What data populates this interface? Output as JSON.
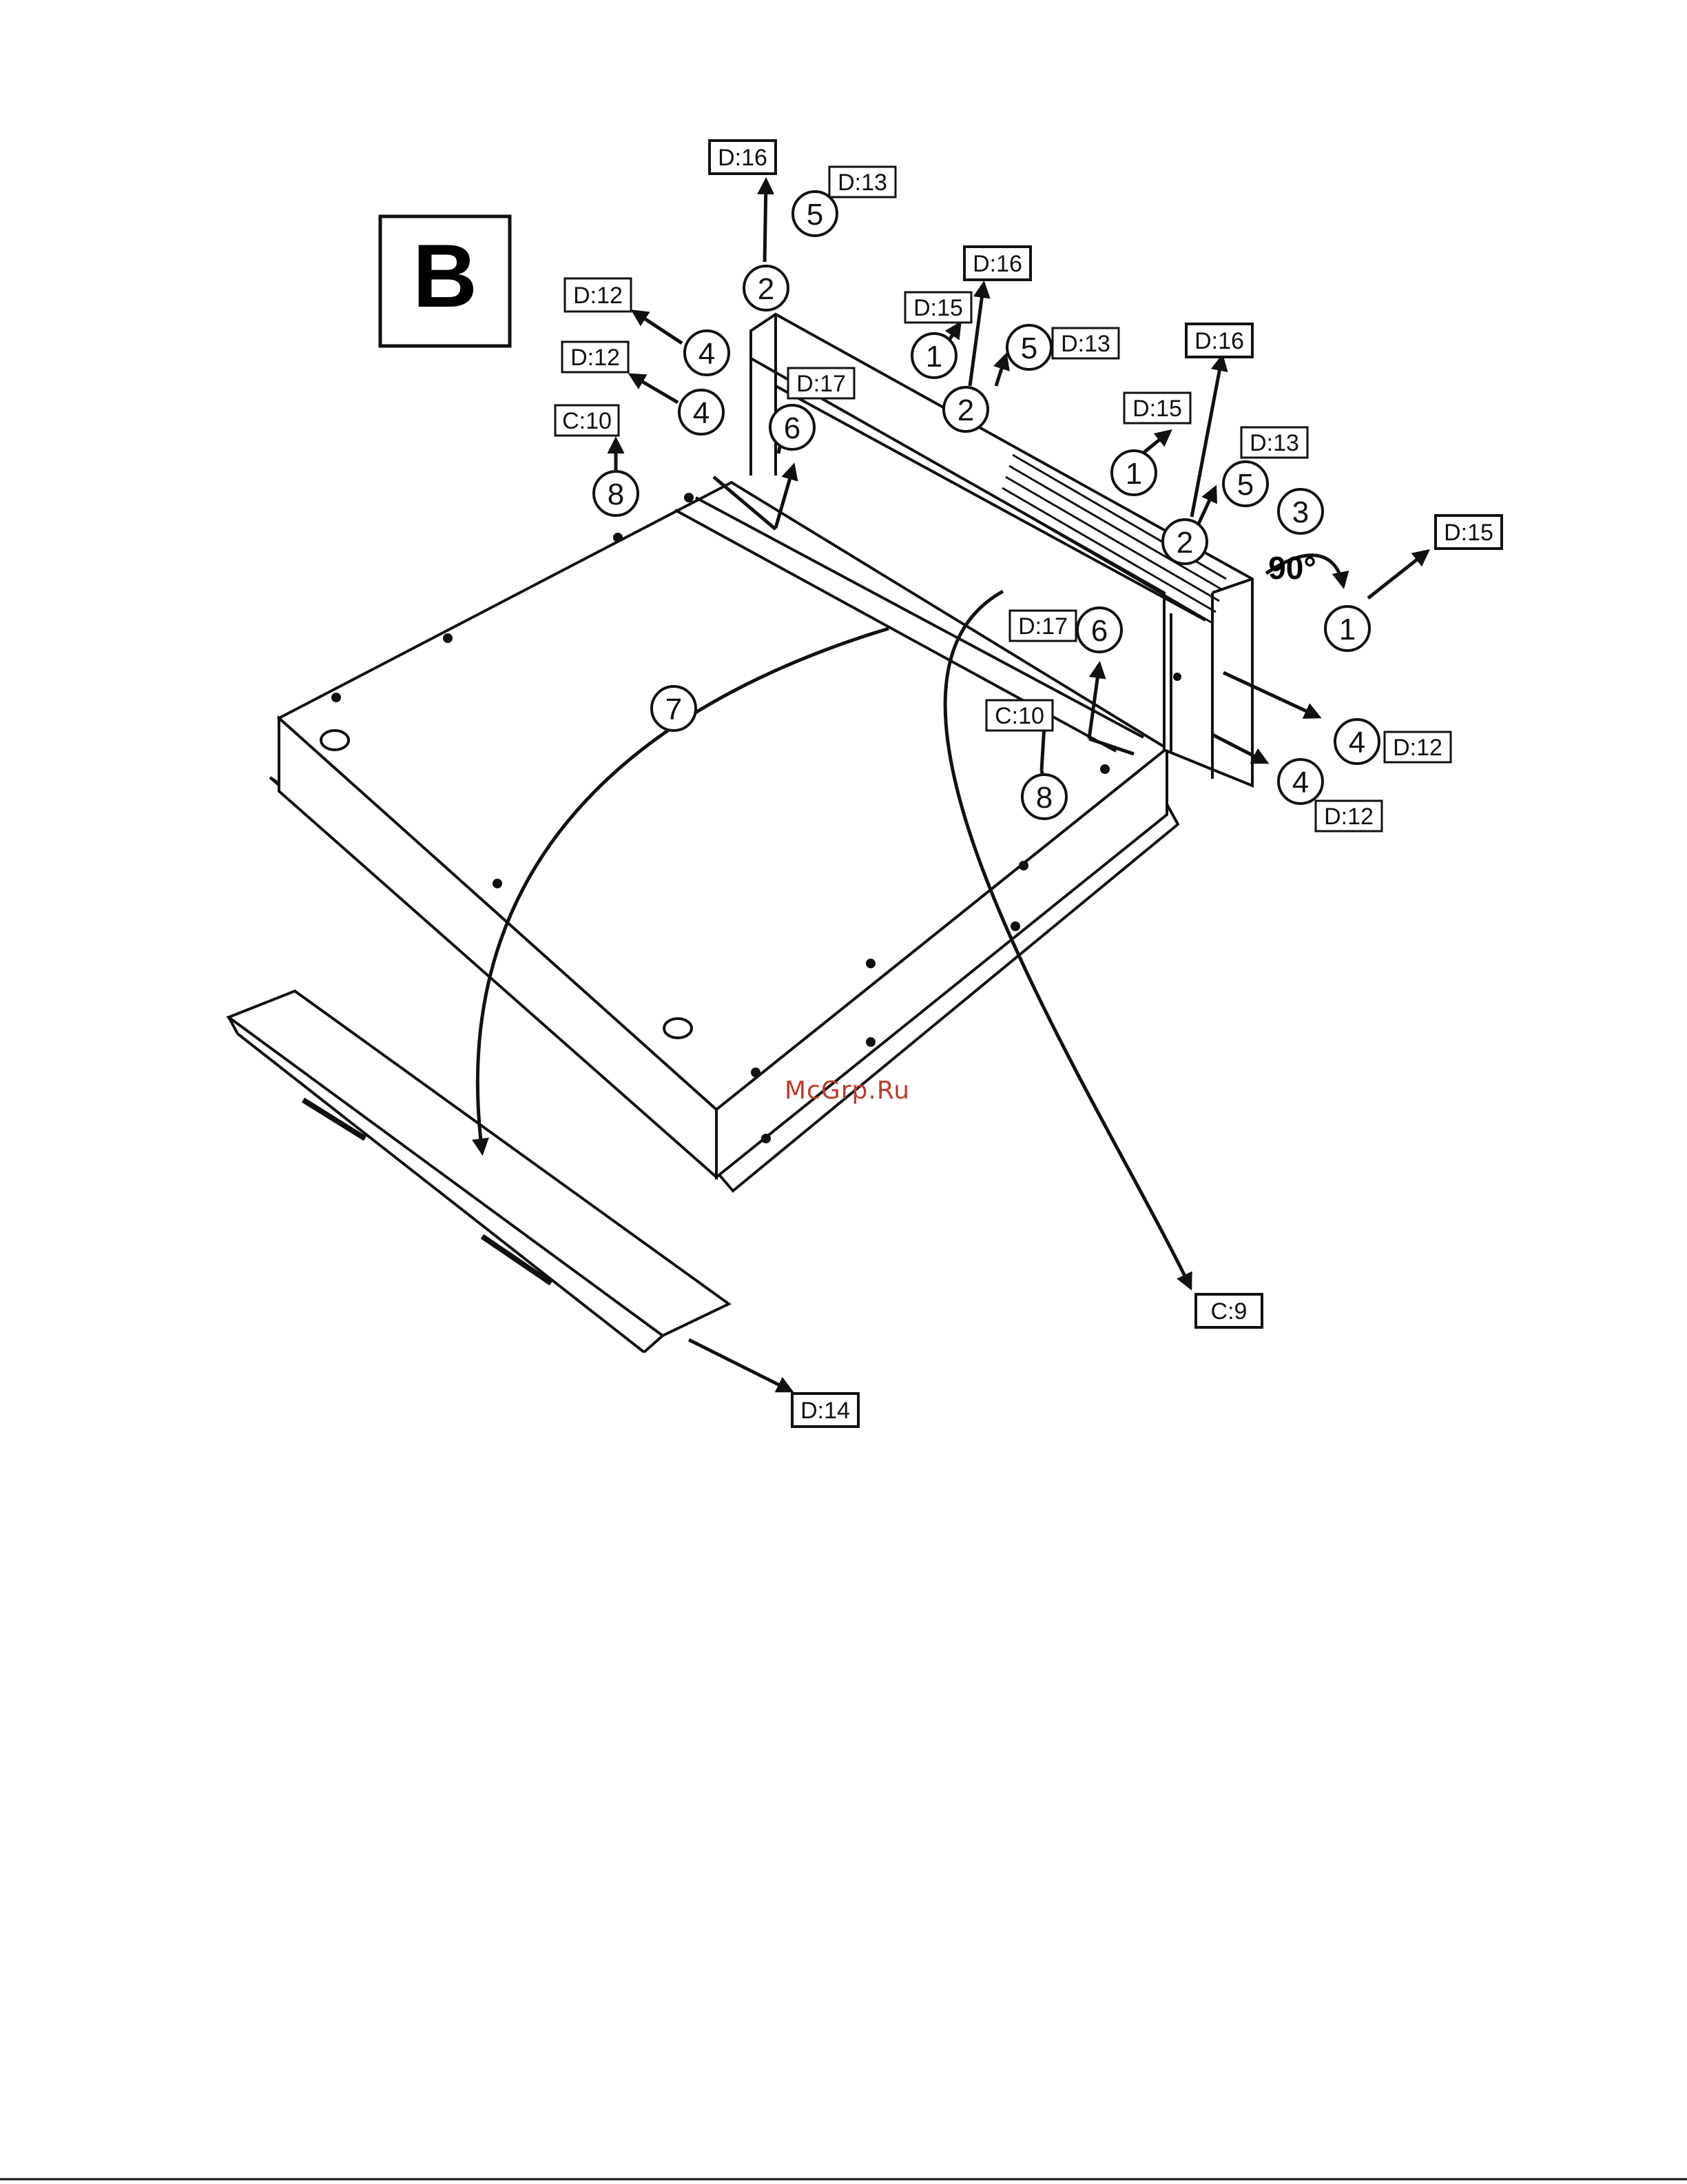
{
  "section_label": "B",
  "angle_label": "90°",
  "watermark": "McGrp.Ru",
  "callouts": [
    {
      "id": "1a",
      "number": "1",
      "ref": "D:15"
    },
    {
      "id": "1b",
      "number": "1",
      "ref": "D:15"
    },
    {
      "id": "1c",
      "number": "1",
      "ref": "D:15"
    },
    {
      "id": "2a",
      "number": "2",
      "ref": "D:16"
    },
    {
      "id": "2b",
      "number": "2",
      "ref": "D:16"
    },
    {
      "id": "2c",
      "number": "2",
      "ref": "D:16"
    },
    {
      "id": "3",
      "number": "3",
      "ref": ""
    },
    {
      "id": "4a",
      "number": "4",
      "ref": "D:12"
    },
    {
      "id": "4b",
      "number": "4",
      "ref": "D:12"
    },
    {
      "id": "4c",
      "number": "4",
      "ref": "D:12"
    },
    {
      "id": "4d",
      "number": "4",
      "ref": "D:12"
    },
    {
      "id": "5a",
      "number": "5",
      "ref": "D:13"
    },
    {
      "id": "5b",
      "number": "5",
      "ref": "D:13"
    },
    {
      "id": "5c",
      "number": "5",
      "ref": "D:13"
    },
    {
      "id": "6a",
      "number": "6",
      "ref": "D:17"
    },
    {
      "id": "6b",
      "number": "6",
      "ref": "D:17"
    },
    {
      "id": "7",
      "number": "7",
      "ref": "D:14"
    },
    {
      "id": "7b",
      "number": "",
      "ref": "C:9"
    },
    {
      "id": "8a",
      "number": "8",
      "ref": "C:10"
    },
    {
      "id": "8b",
      "number": "8",
      "ref": "C:10"
    }
  ],
  "colors": {
    "ink": "#111111",
    "watermark": "#c0392b"
  }
}
